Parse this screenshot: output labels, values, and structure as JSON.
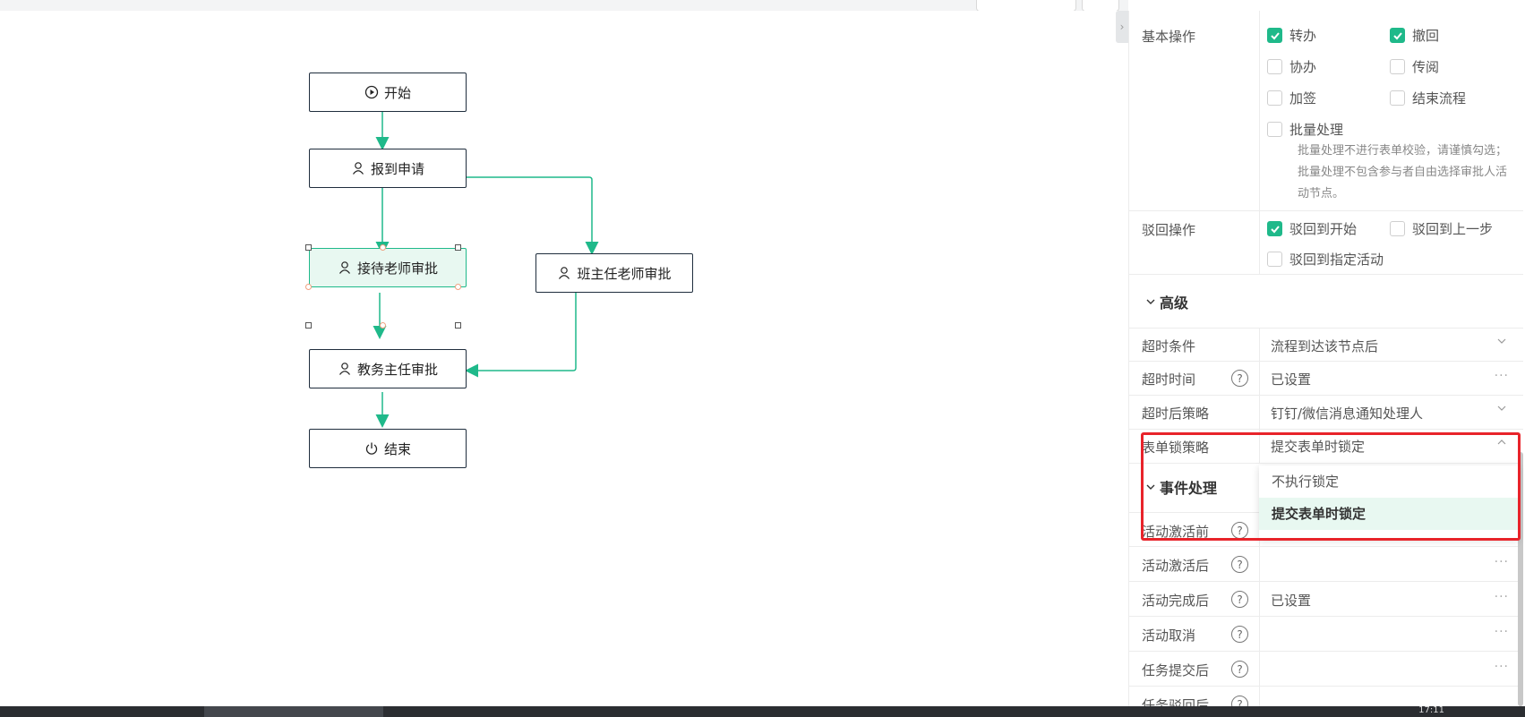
{
  "flow": {
    "nodes": {
      "start": "开始",
      "apply": "报到申请",
      "reception": "接待老师审批",
      "headteacher": "班主任老师审批",
      "director": "教务主任审批",
      "end": "结束"
    }
  },
  "panel": {
    "basic_ops": {
      "label": "基本操作",
      "items": [
        {
          "label": "转办",
          "checked": true
        },
        {
          "label": "撤回",
          "checked": true
        },
        {
          "label": "协办",
          "checked": false
        },
        {
          "label": "传阅",
          "checked": false
        },
        {
          "label": "加签",
          "checked": false
        },
        {
          "label": "结束流程",
          "checked": false
        },
        {
          "label": "批量处理",
          "checked": false
        }
      ],
      "batch_hint": "批量处理不进行表单校验，请谨慎勾选；批量处理不包含参与者自由选择审批人活动节点。"
    },
    "reject_ops": {
      "label": "驳回操作",
      "items": [
        {
          "label": "驳回到开始",
          "checked": true
        },
        {
          "label": "驳回到上一步",
          "checked": false
        },
        {
          "label": "驳回到指定活动",
          "checked": false
        }
      ]
    },
    "advanced": {
      "title": "高级",
      "timeout_condition": {
        "label": "超时条件",
        "value": "流程到达该节点后"
      },
      "timeout_time": {
        "label": "超时时间",
        "value": "已设置"
      },
      "timeout_strategy": {
        "label": "超时后策略",
        "value": "钉钉/微信消息通知处理人"
      },
      "form_lock": {
        "label": "表单锁策略",
        "value": "提交表单时锁定"
      }
    },
    "events": {
      "title": "事件处理",
      "rows": [
        {
          "label": "活动激活前",
          "value": ""
        },
        {
          "label": "活动激活后",
          "value": ""
        },
        {
          "label": "活动完成后",
          "value": "已设置"
        },
        {
          "label": "活动取消",
          "value": ""
        },
        {
          "label": "任务提交后",
          "value": ""
        },
        {
          "label": "任务驳回后",
          "value": ""
        }
      ]
    },
    "dropdown": {
      "options": [
        "不执行锁定",
        "提交表单时锁定"
      ],
      "selected": "提交表单时锁定"
    }
  },
  "taskbar": {
    "time": "17:11"
  },
  "colors": {
    "accent": "#1fb98a",
    "highlight": "#e8232a",
    "node_border": "#1f2d3d"
  }
}
